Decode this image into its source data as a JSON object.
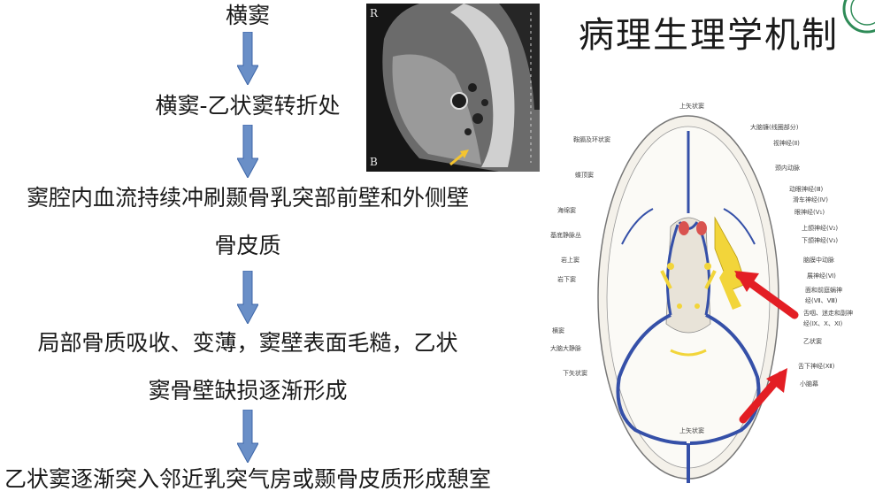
{
  "flow": {
    "step1": "横窦",
    "step2": "横窦-乙状窦转折处",
    "step3": "窦腔内血流持续冲刷颞骨乳突部前壁和外侧壁",
    "step4": "骨皮质",
    "step5_line1": "局部骨质吸收、变薄，窦壁表面毛糙，乙状",
    "step5_line2": "窦骨壁缺损逐渐形成",
    "step6": "乙状窦逐渐突入邻近乳突气房或颞骨皮质形成憩室"
  },
  "heading": "病理生理学机制",
  "ct_image": {
    "label_top": "R",
    "label_bottom": "B"
  },
  "diagram_labels": {
    "top_center": "上矢状窦",
    "top_right": "大脑镰(线圈部分)",
    "left_1": "鞍膈及环状窦",
    "left_2": "蝶顶窦",
    "left_3": "海绵窦",
    "left_4": "基底静脉丛",
    "left_5": "岩上窦",
    "left_6": "岩下窦",
    "left_7": "横窦",
    "left_8": "大脑大静脉",
    "left_9": "下矢状窦",
    "bottom_center": "上矢状窦",
    "right_1": "视神经(Ⅱ)",
    "right_2": "颈内动脉",
    "right_3": "动眼神经(Ⅲ)",
    "right_4": "滑车神经(Ⅳ)",
    "right_5": "眼神经(V₁)",
    "right_6": "上颌神经(V₂)",
    "right_7": "下颌神经(V₃)",
    "right_8": "脑膜中动脉",
    "right_9": "展神经(Ⅵ)",
    "right_10": "面和前庭蜗神",
    "right_11": "经(Ⅶ、Ⅷ)",
    "right_12": "舌咽、迷走和副神",
    "right_13": "经(Ⅸ、Ⅹ、Ⅺ)",
    "right_14": "乙状窦",
    "right_15": "舌下神经(Ⅻ)",
    "right_16": "小脑幕"
  },
  "colors": {
    "arrow": "#6a8fc7",
    "arrow_border": "#3d66a8",
    "sinus": "#3550a8",
    "nerve": "#f2d53a",
    "highlight": "#e31e24"
  }
}
